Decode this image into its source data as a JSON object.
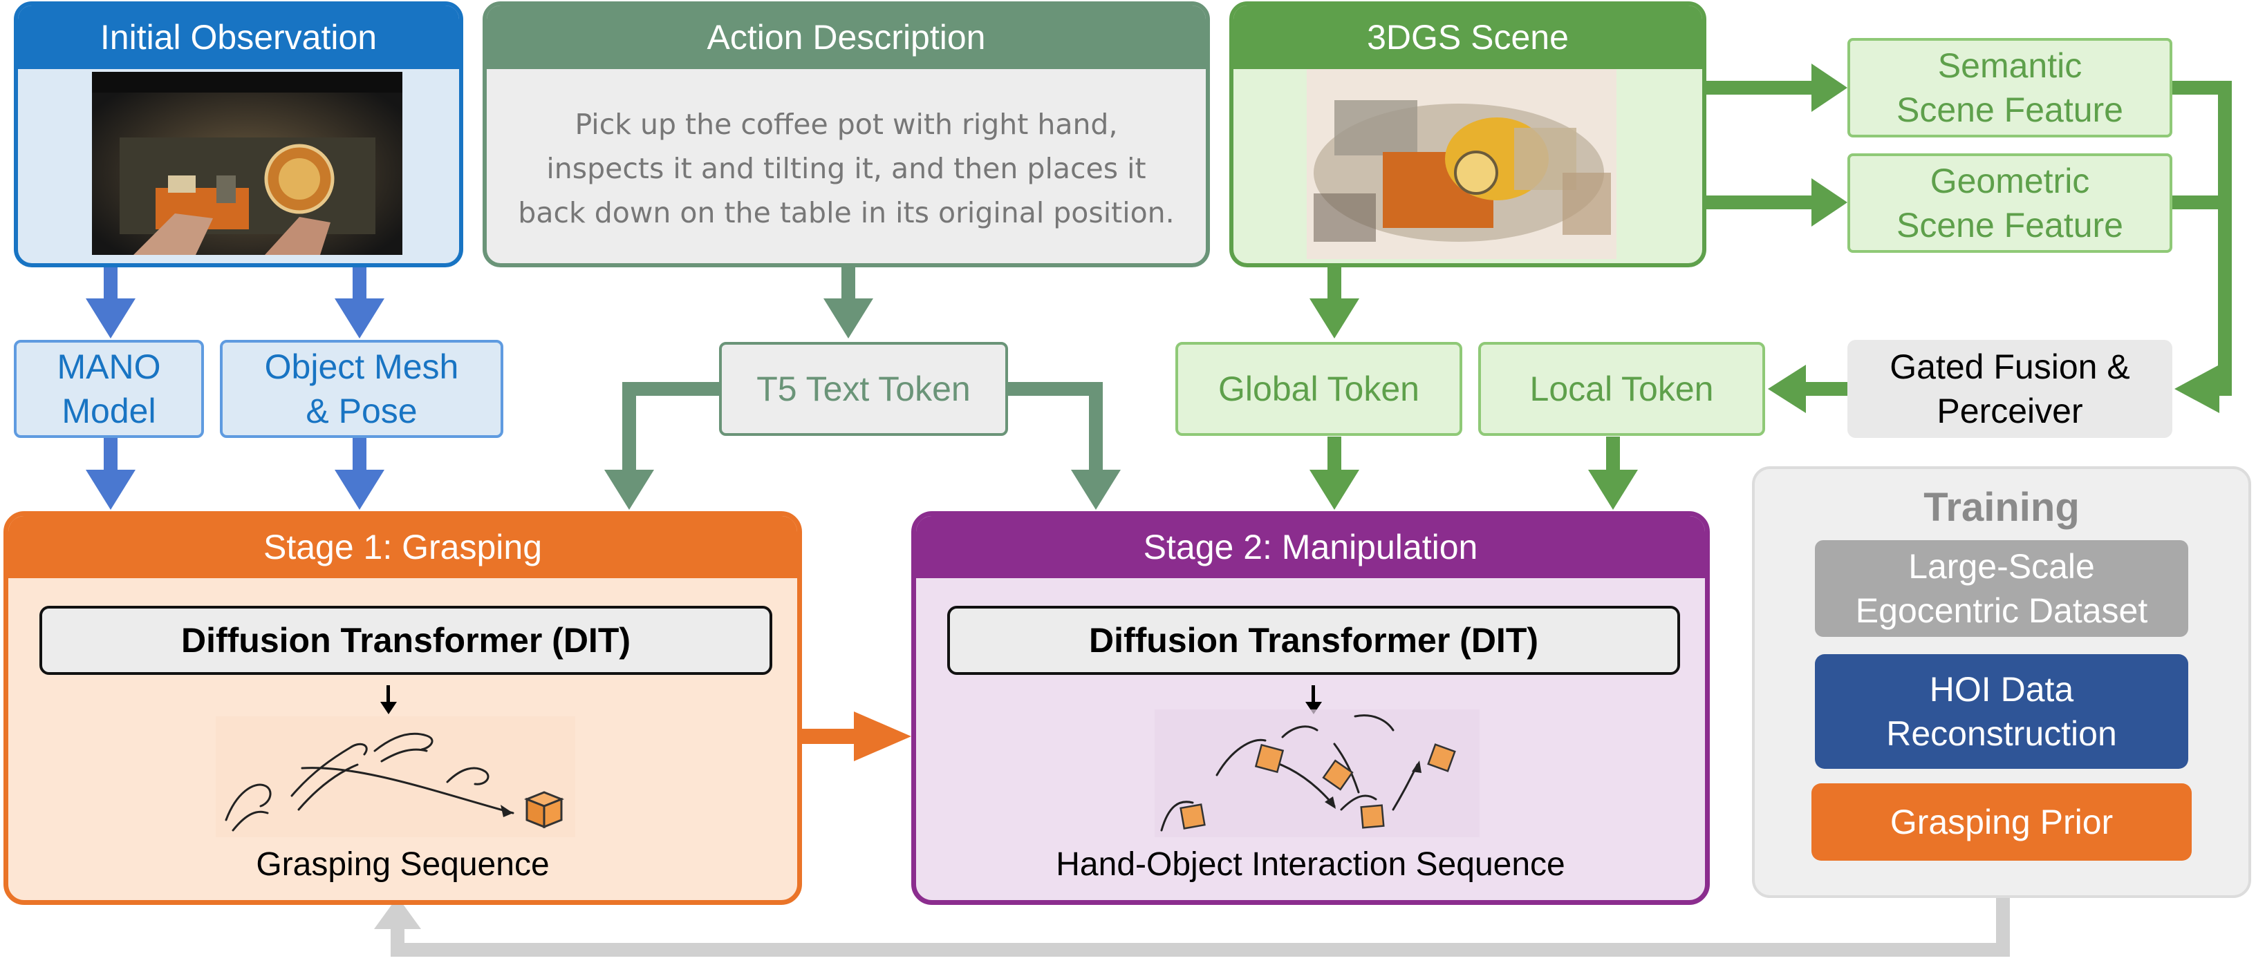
{
  "colors": {
    "blue_dark": "#1874c3",
    "blue_light": "#dce9f5",
    "blue_arrow": "#4a78d0",
    "gray_green": "#6a9478",
    "gray_box": "#ededed",
    "green": "#5ea04b",
    "green_light": "#e2f3d8",
    "orange": "#ea7428",
    "orange_light": "#fde6d4",
    "purple": "#8b2d8e",
    "purple_light": "#eedff0",
    "training_gray": "#a9a9a9",
    "training_blue": "#2f5597",
    "light_gray_arrow": "#d0d0d0"
  },
  "initial_observation": {
    "title": "Initial Observation"
  },
  "action_description": {
    "title": "Action Description",
    "lines": [
      "Pick up the coffee pot with right hand,",
      "inspects it and tilting it, and then places it",
      "back down on the table in its original position."
    ]
  },
  "scene_3dgs": {
    "title": "3DGS Scene"
  },
  "semantic_feature": {
    "line1": "Semantic",
    "line2": "Scene Feature"
  },
  "geometric_feature": {
    "line1": "Geometric",
    "line2": "Scene Feature"
  },
  "mano_model": {
    "line1": "MANO",
    "line2": "Model"
  },
  "object_mesh": {
    "line1": "Object Mesh",
    "line2": "& Pose"
  },
  "t5_token": {
    "label": "T5 Text Token"
  },
  "global_token": {
    "label": "Global Token"
  },
  "local_token": {
    "label": "Local Token"
  },
  "gated_fusion": {
    "line1": "Gated Fusion &",
    "line2": "Perceiver"
  },
  "stage1": {
    "title": "Stage 1: Grasping",
    "dit_label": "Diffusion Transformer (DIT)",
    "caption": "Grasping Sequence"
  },
  "stage2": {
    "title": "Stage 2: Manipulation",
    "dit_label": "Diffusion Transformer (DIT)",
    "caption": "Hand-Object Interaction Sequence"
  },
  "training": {
    "title": "Training",
    "dataset": {
      "line1": "Large-Scale",
      "line2": "Egocentric Dataset"
    },
    "hoi": {
      "line1": "HOI Data",
      "line2": "Reconstruction"
    },
    "prior": {
      "label": "Grasping Prior"
    }
  }
}
